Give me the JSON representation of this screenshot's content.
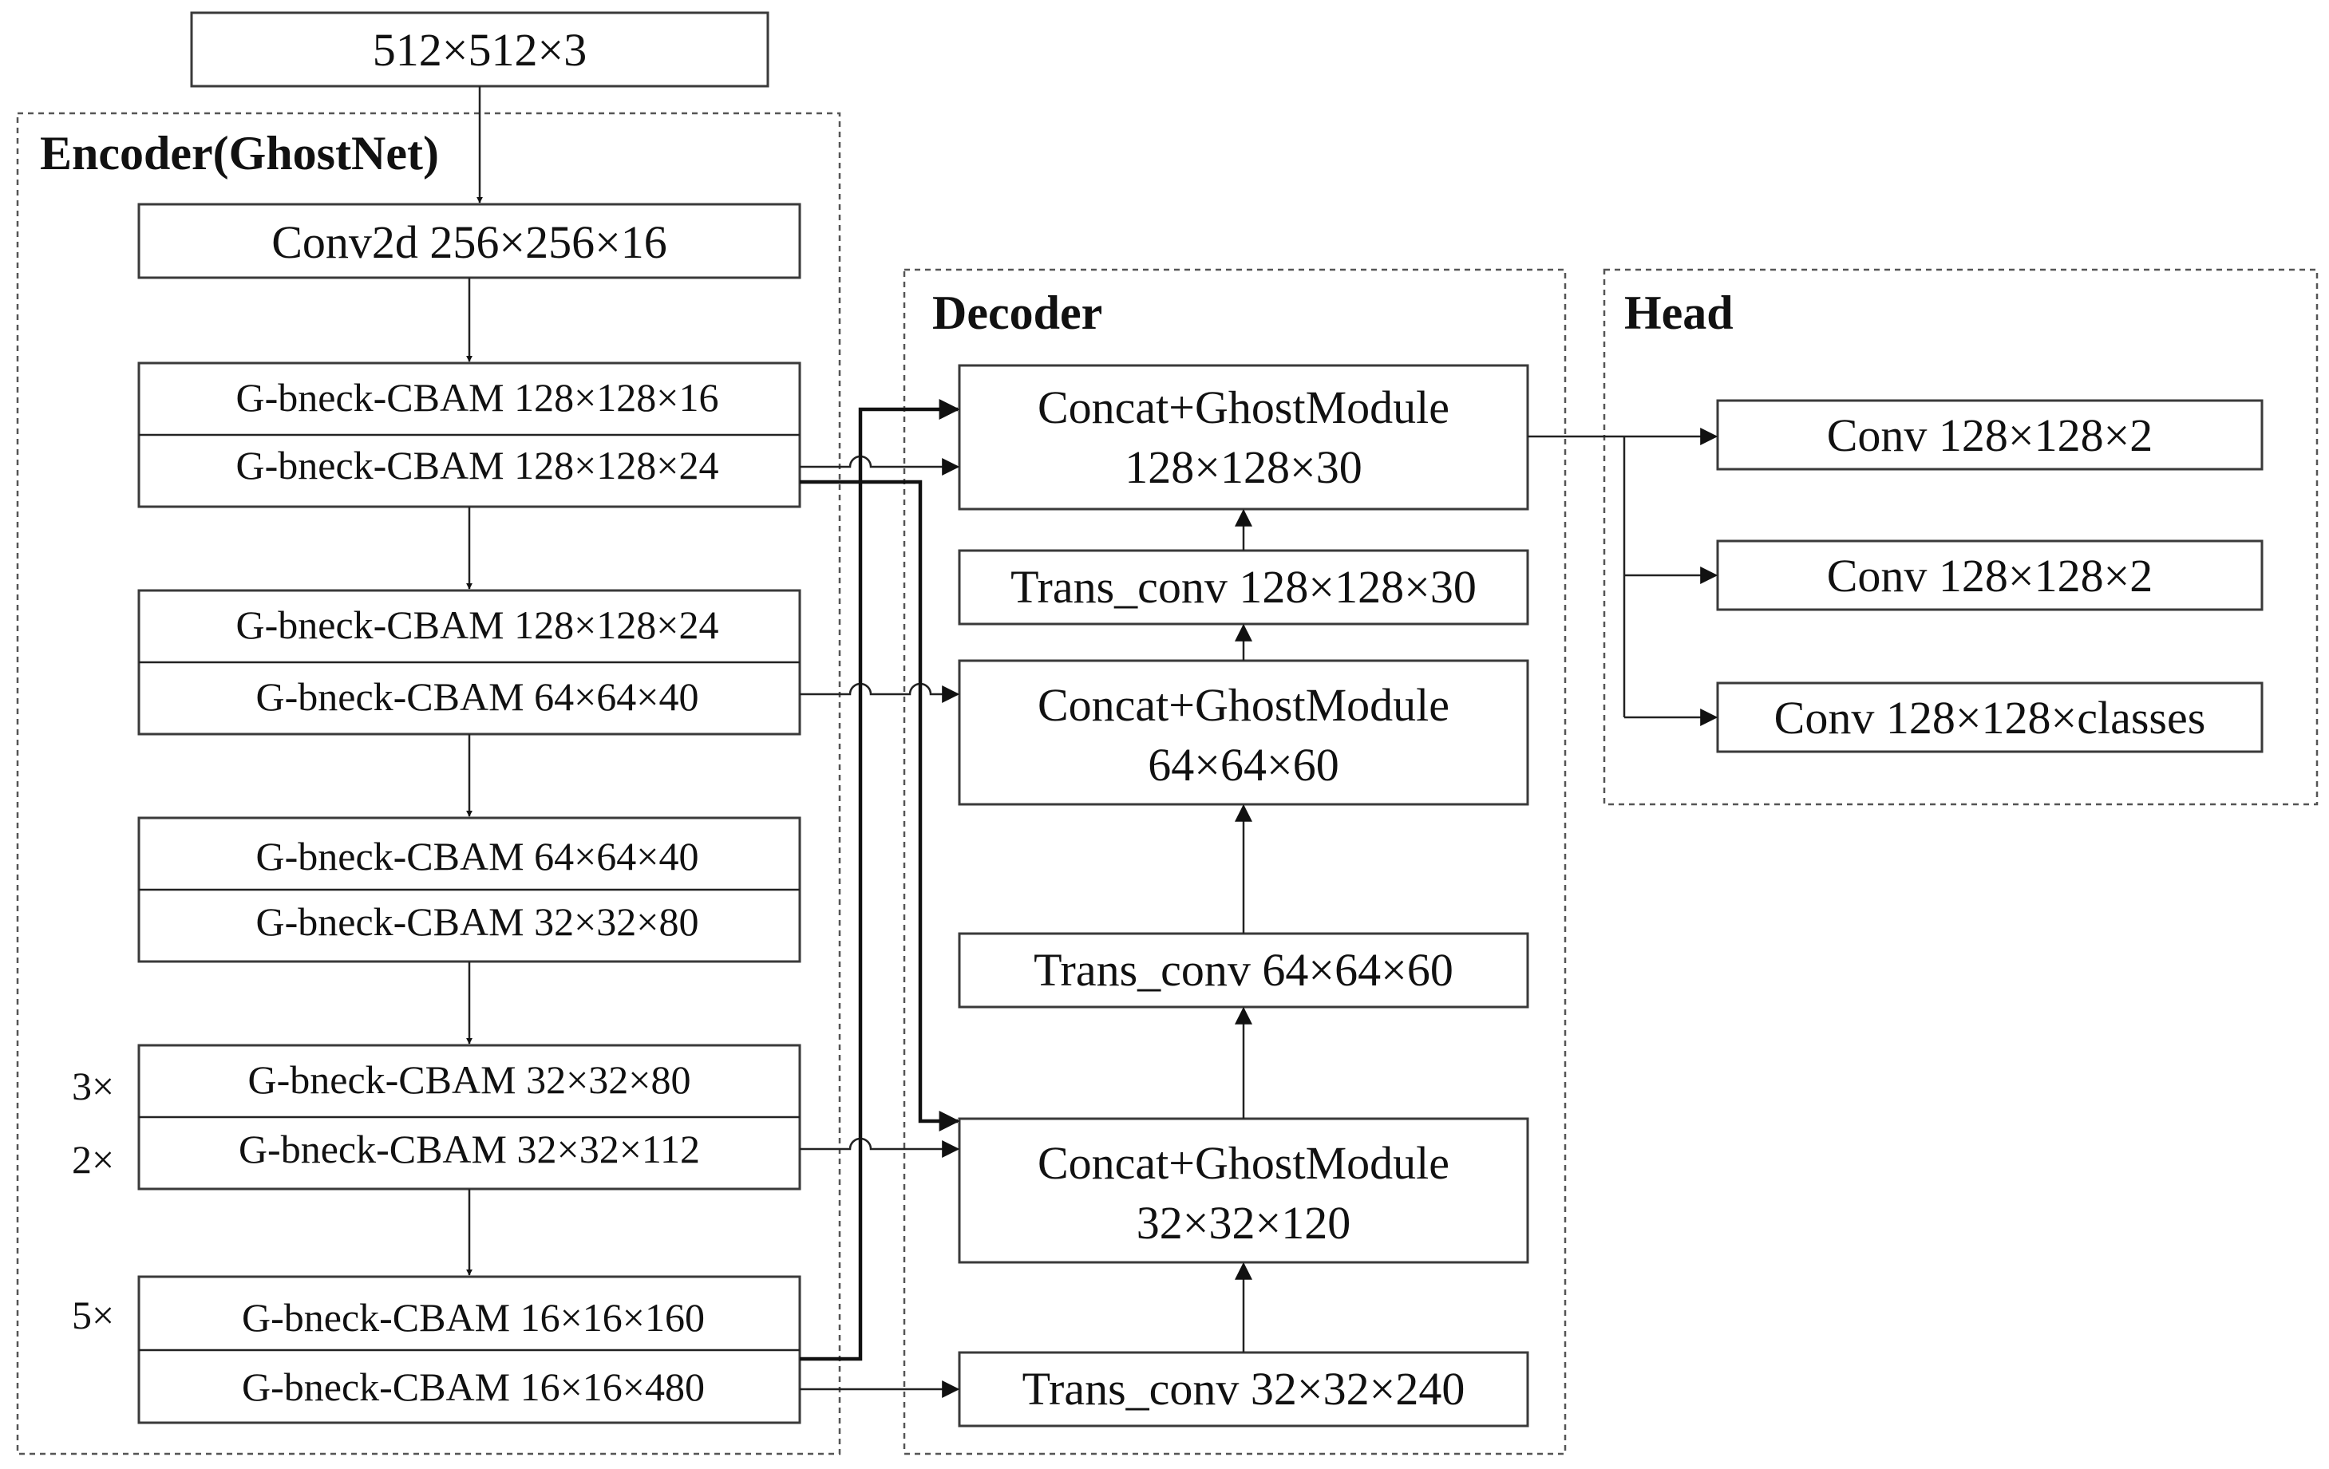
{
  "input": "512×512×3",
  "encoder": {
    "title": "Encoder(GhostNet)",
    "conv": "Conv2d 256×256×16",
    "block1": [
      "G-bneck-CBAM 128×128×16",
      "G-bneck-CBAM 128×128×24"
    ],
    "block2": [
      "G-bneck-CBAM 128×128×24",
      "G-bneck-CBAM 64×64×40"
    ],
    "block3": [
      "G-bneck-CBAM 64×64×40",
      "G-bneck-CBAM 32×32×80"
    ],
    "block4": [
      "G-bneck-CBAM 32×32×80",
      "G-bneck-CBAM 32×32×112"
    ],
    "block5": [
      "G-bneck-CBAM 16×16×160",
      "G-bneck-CBAM 16×16×480"
    ],
    "repeats": {
      "block4_top": "3×",
      "block4_bottom": "2×",
      "block5_top": "5×"
    }
  },
  "decoder": {
    "title": "Decoder",
    "concat1": [
      "Concat+GhostModule",
      "128×128×30"
    ],
    "trans1": "Trans_conv 128×128×30",
    "concat2": [
      "Concat+GhostModule",
      "64×64×60"
    ],
    "trans2": "Trans_conv 64×64×60",
    "concat3": [
      "Concat+GhostModule",
      "32×32×120"
    ],
    "trans3": "Trans_conv 32×32×240"
  },
  "head": {
    "title": "Head",
    "outputs": [
      "Conv 128×128×2",
      "Conv 128×128×2",
      "Conv 128×128×classes"
    ]
  }
}
